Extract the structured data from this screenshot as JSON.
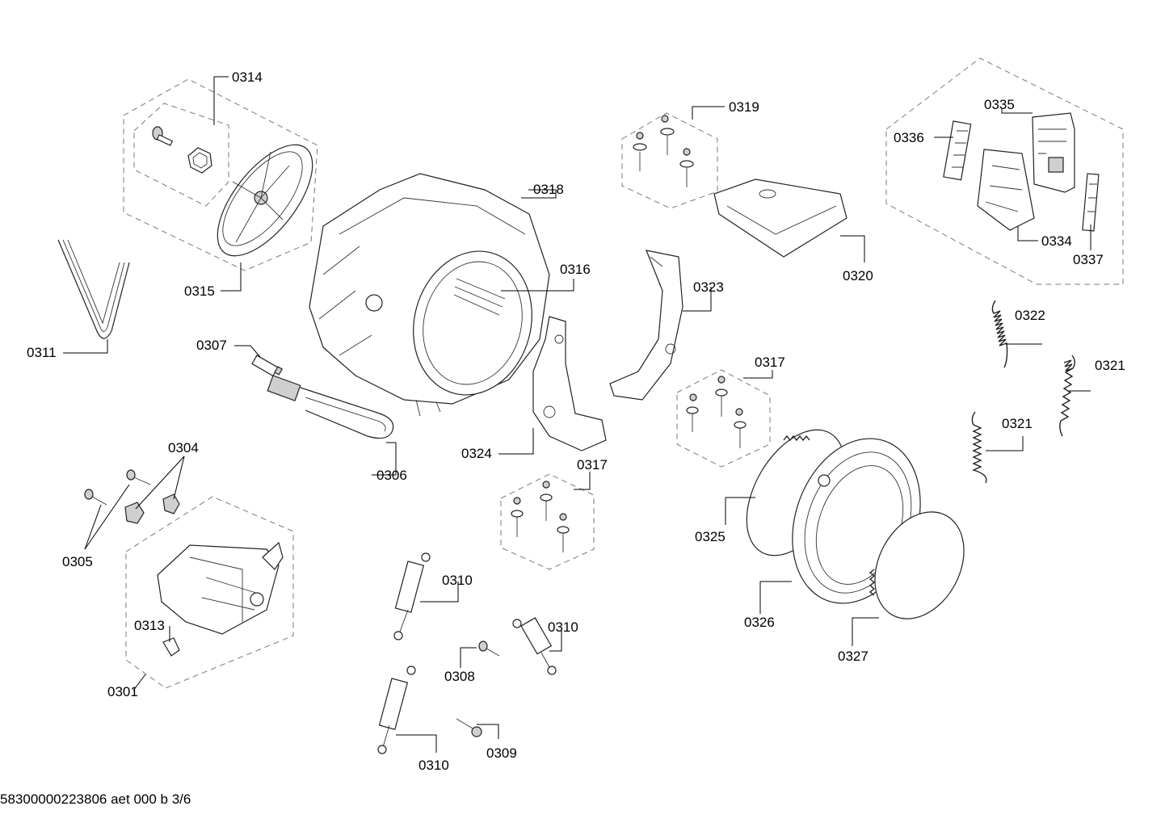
{
  "callouts": {
    "c0314": "0314",
    "c0315": "0315",
    "c0311": "0311",
    "c0307": "0307",
    "c0318": "0318",
    "c0316": "0316",
    "c0306": "0306",
    "c0304": "0304",
    "c0305": "0305",
    "c0313": "0313",
    "c0301": "0301",
    "c0319": "0319",
    "c0320": "0320",
    "c0323": "0323",
    "c0324": "0324",
    "c0317a": "0317",
    "c0317b": "0317",
    "c0310a": "0310",
    "c0310b": "0310",
    "c0310c": "0310",
    "c0308": "0308",
    "c0309": "0309",
    "c0325": "0325",
    "c0326": "0326",
    "c0327": "0327",
    "c0335": "0335",
    "c0336": "0336",
    "c0334": "0334",
    "c0337": "0337",
    "c0322": "0322",
    "c0321a": "0321",
    "c0321b": "0321"
  },
  "footer": {
    "code": "58300000223806 aet 000 b 3/6"
  }
}
